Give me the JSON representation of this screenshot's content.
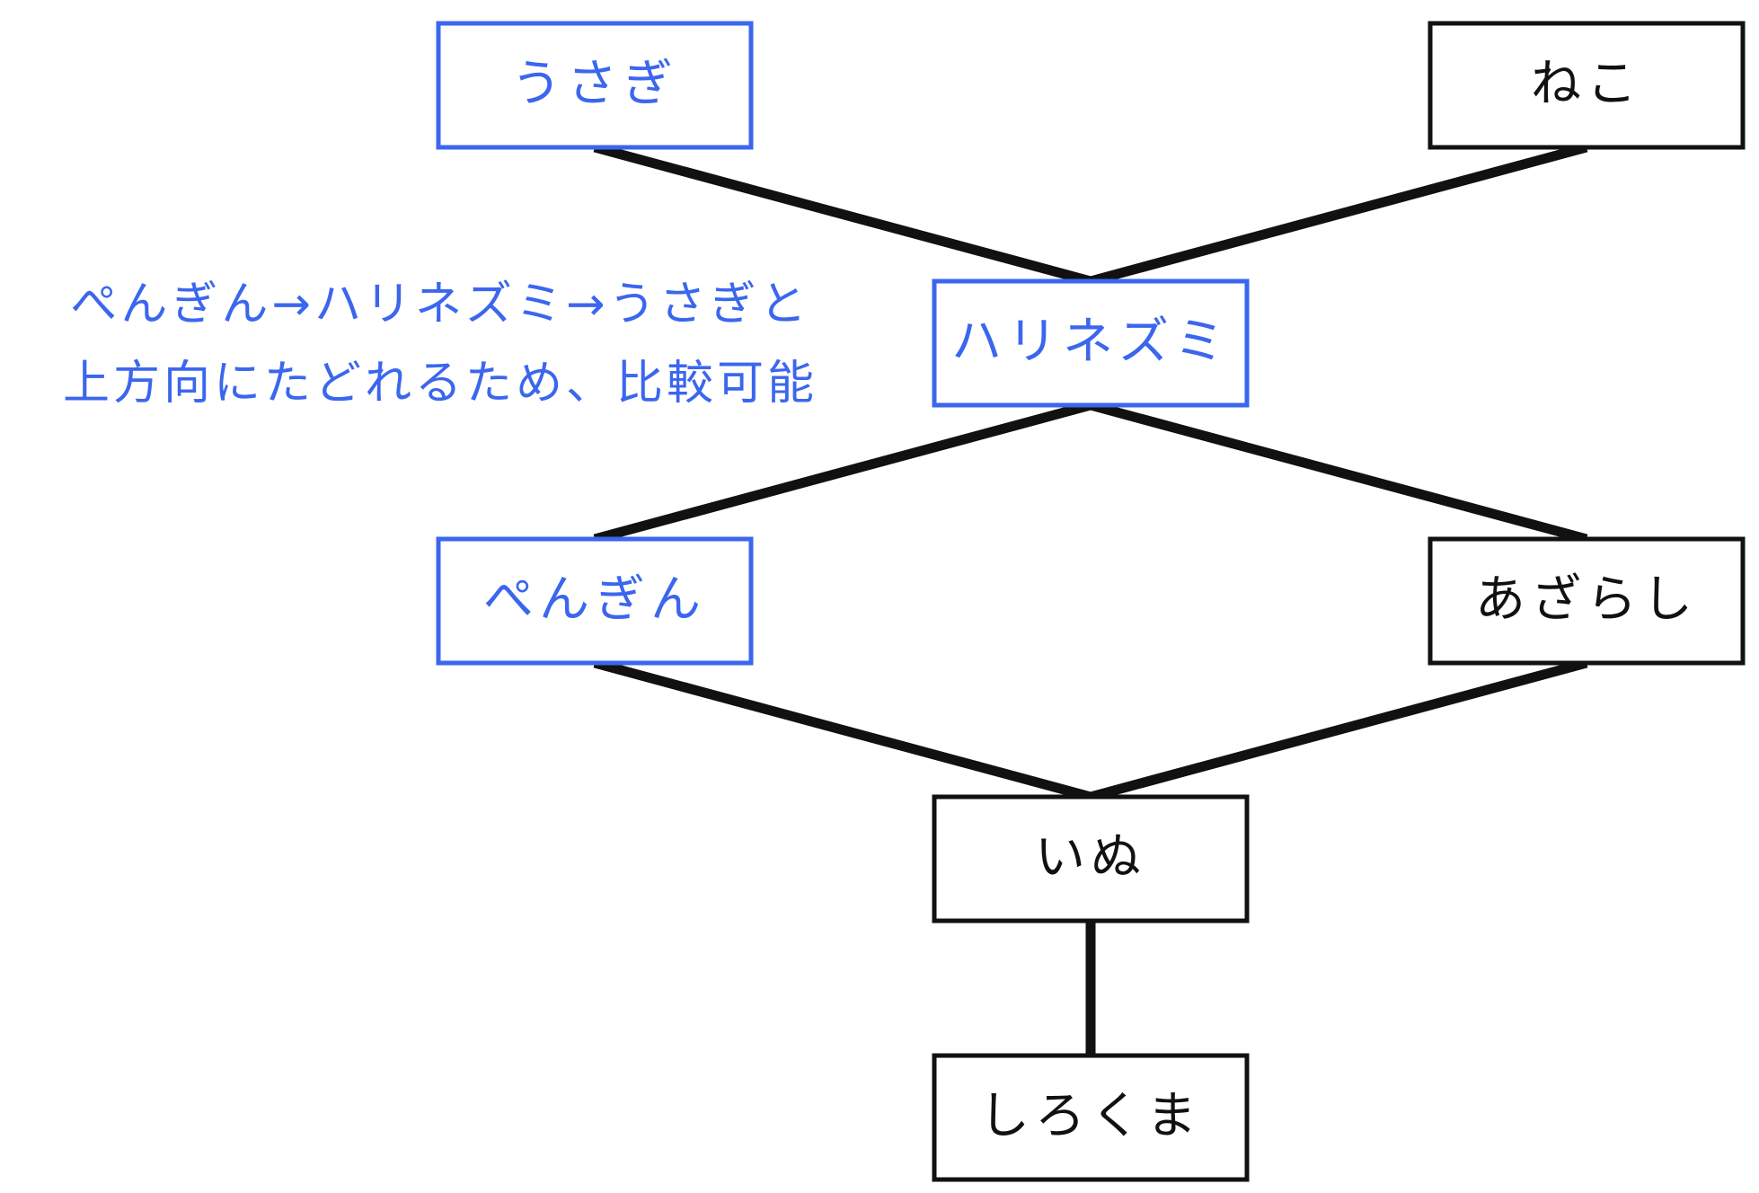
{
  "colors": {
    "default": "#111111",
    "highlight": "#3b66ee"
  },
  "nodes": {
    "rabbit": {
      "label": "うさぎ",
      "highlight": true
    },
    "cat": {
      "label": "ねこ",
      "highlight": false
    },
    "hedgehog": {
      "label": "ハリネズミ",
      "highlight": true
    },
    "penguin": {
      "label": "ぺんぎん",
      "highlight": true
    },
    "seal": {
      "label": "あざらし",
      "highlight": false
    },
    "dog": {
      "label": "いぬ",
      "highlight": false
    },
    "polarbear": {
      "label": "しろくま",
      "highlight": false
    }
  },
  "edges": [
    [
      "rabbit",
      "hedgehog"
    ],
    [
      "cat",
      "hedgehog"
    ],
    [
      "hedgehog",
      "penguin"
    ],
    [
      "hedgehog",
      "seal"
    ],
    [
      "penguin",
      "dog"
    ],
    [
      "seal",
      "dog"
    ],
    [
      "dog",
      "polarbear"
    ]
  ],
  "annotation": {
    "line1": "ぺんぎん→ハリネズミ→うさぎと",
    "line2": "上方向にたどれるため、比較可能"
  }
}
